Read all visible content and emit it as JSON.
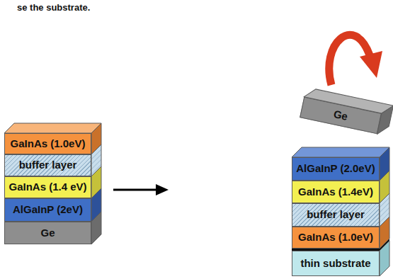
{
  "diagram": {
    "nodes": [
      {
        "text": [
          "GaInAs (1.0eV)"
        ]
      },
      {
        "text": [
          "buffer layer"
        ]
      },
      {
        "text": [
          "GaInAs (1.4 eV)"
        ]
      },
      {
        "text": [
          "AlGaInP (2eV)"
        ]
      },
      {
        "text": [
          "Ge"
        ]
      },
      {
        "text": [
          "Ge"
        ]
      },
      {
        "text": [
          "AlGaInP (2.0eV)"
        ]
      },
      {
        "text": [
          "GaInAs (1.4eV)"
        ]
      },
      {
        "text": [
          "buffer layer"
        ]
      },
      {
        "text": [
          "GaInAs (1.0eV)"
        ]
      },
      {
        "text": [
          "thin substrate"
        ]
      }
    ],
    "labels": [
      "se the substrate."
    ]
  }
}
